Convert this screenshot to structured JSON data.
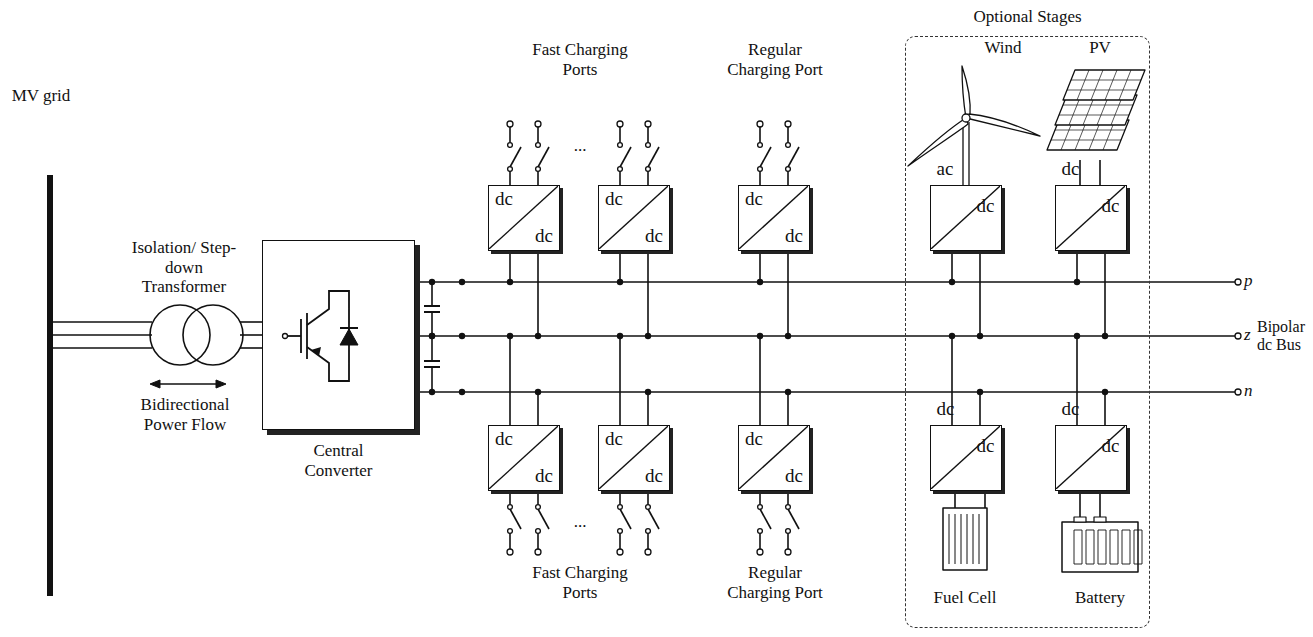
{
  "diagram": {
    "nodes": [
      {
        "text": [
          "Central Converter"
        ]
      },
      {
        "text": [
          "dc",
          "dc"
        ]
      },
      {
        "text": [
          "dc",
          "dc"
        ]
      },
      {
        "text": [
          "dc",
          "dc"
        ]
      },
      {
        "text": [
          "Optional Stages"
        ]
      },
      {
        "text": [
          "ac",
          "dc"
        ],
        "in": 4
      },
      {
        "text": [
          "dc",
          "dc"
        ],
        "in": 4
      },
      {
        "text": [
          "dc",
          "dc"
        ]
      },
      {
        "text": [
          "dc",
          "dc"
        ]
      },
      {
        "text": [
          "dc",
          "dc"
        ]
      },
      {
        "text": [
          "dc",
          "dc"
        ],
        "in": 4
      },
      {
        "text": [
          "dc",
          "dc"
        ],
        "in": 4
      }
    ],
    "labels": [
      "MV grid",
      "Isolation/ Step-down Transformer",
      "Bidirectional Power Flow",
      "Fast Charging Ports",
      "...",
      "Regular Charging Port",
      "Wind",
      "PV",
      "p",
      "z",
      "n",
      "Bipolar dc Bus",
      "...",
      "Fast Charging Ports",
      "Regular Charging Port",
      "Fuel Cell",
      "Battery"
    ]
  }
}
